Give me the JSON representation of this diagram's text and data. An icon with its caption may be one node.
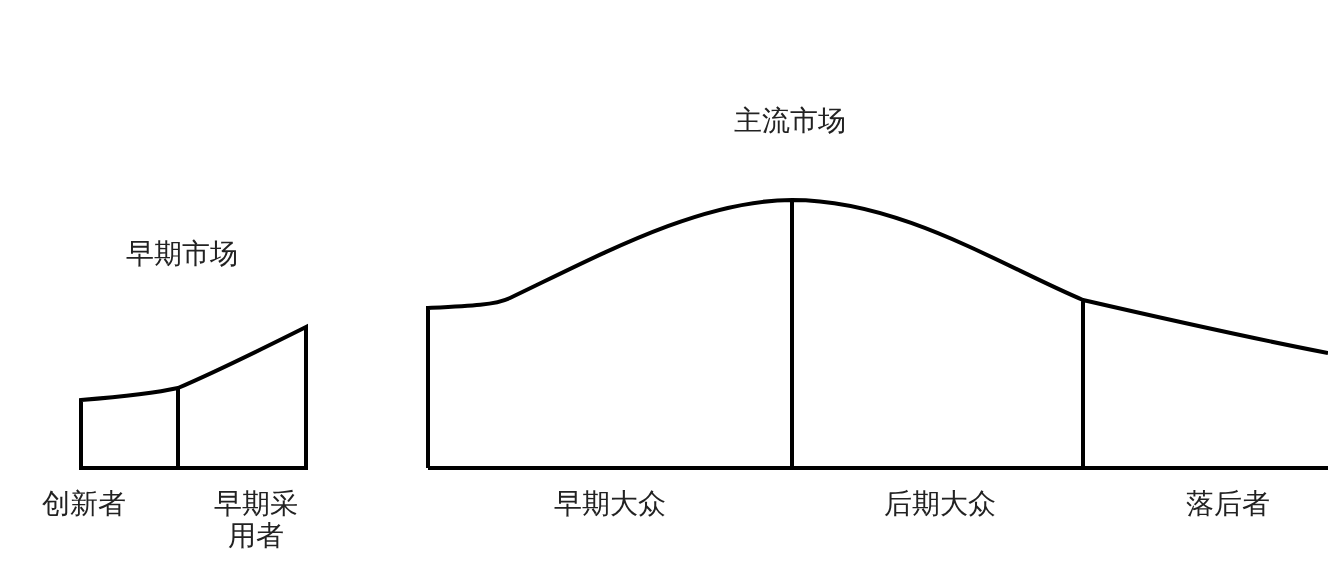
{
  "diagram": {
    "labels": [
      "主流市场",
      "早期市场",
      "创新者",
      "早期采用者",
      "早期大众",
      "后期大众",
      "落后者"
    ]
  }
}
